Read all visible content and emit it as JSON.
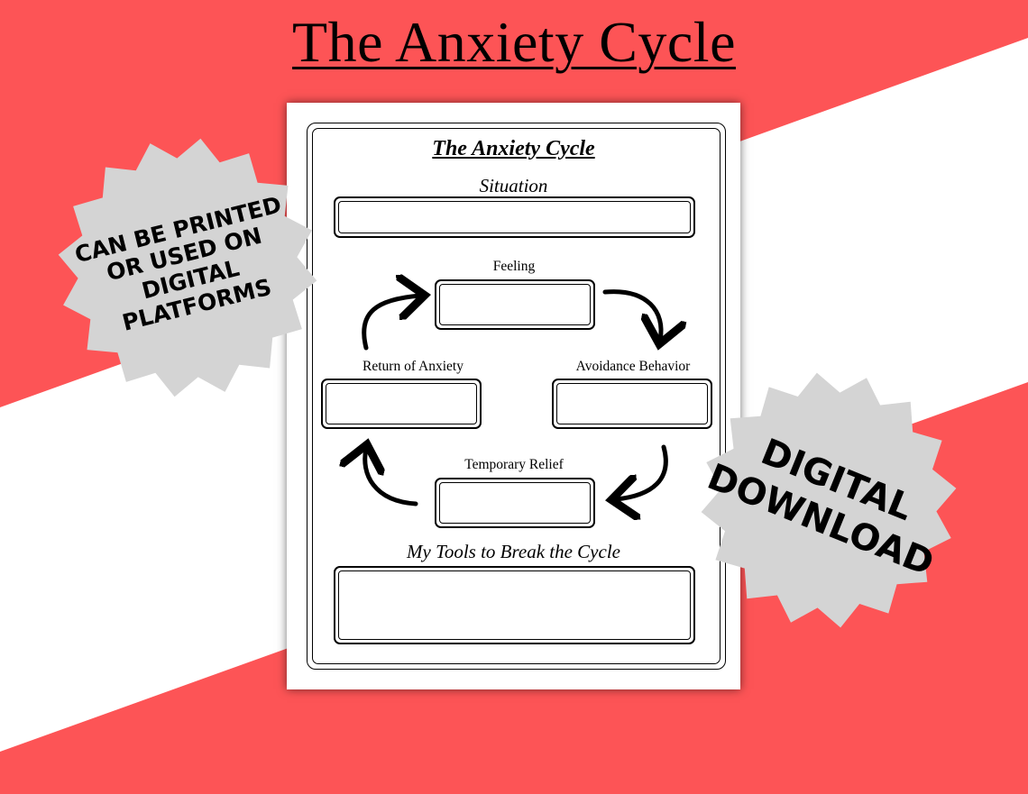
{
  "banner": {
    "title": "The Anxiety Cycle"
  },
  "worksheet": {
    "title": "The Anxiety Cycle",
    "situation_label": "Situation",
    "feeling_label": "Feeling",
    "return_label": "Return of Anxiety",
    "avoidance_label": "Avoidance Behavior",
    "relief_label": "Temporary Relief",
    "tools_label": "My Tools to Break the Cycle"
  },
  "badges": {
    "printed": [
      "CAN BE PRINTED",
      "OR USED ON",
      "DIGITAL",
      "PLATFORMS"
    ],
    "download": [
      "DIGITAL",
      "DOWNLOAD"
    ]
  },
  "colors": {
    "background_red": "#fd5456",
    "background_white": "#ffffff",
    "badge_gray": "#d4d4d4",
    "ink": "#000000"
  },
  "icons": [
    "cycle-arrow-icon"
  ]
}
